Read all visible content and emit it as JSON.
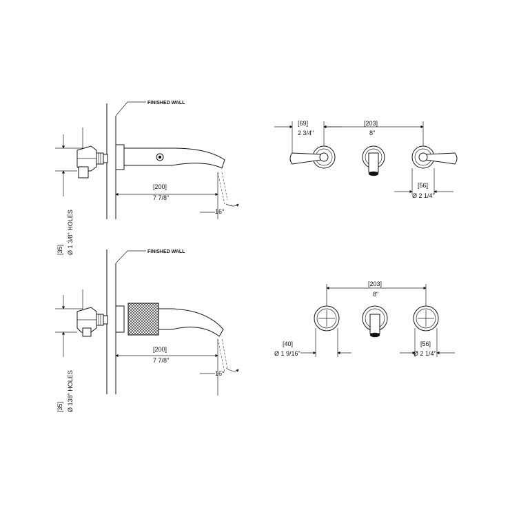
{
  "top_side": {
    "wall_label": "FINISHED WALL",
    "spout_dim_mm": "[200]",
    "spout_dim_in": "7 7/8\"",
    "angle": "16°",
    "hole_dim_mm": "[35]",
    "hole_dim_in": "Ø 1 3/8\" HOLES"
  },
  "top_front": {
    "left_dim_mm": "[69]",
    "left_dim_in": "2 3/4\"",
    "center_dim_mm": "[203]",
    "center_dim_in": "8\"",
    "right_dim_mm": "[56]",
    "right_dim_in": "Ø 2 1/4\""
  },
  "bottom_side": {
    "wall_label": "FINISHED WALL",
    "spout_dim_mm": "[200]",
    "spout_dim_in": "7 7/8\"",
    "angle": "16°",
    "hole_dim_mm": "[35]",
    "hole_dim_in": "Ø 138\" HOLES"
  },
  "bottom_front": {
    "center_dim_mm": "[203]",
    "center_dim_in": "8\"",
    "left_dim_mm": "[40]",
    "left_dim_in": "Ø 1 9/16\"",
    "right_dim_mm": "[56]",
    "right_dim_in": "Ø 2 1/4\""
  }
}
